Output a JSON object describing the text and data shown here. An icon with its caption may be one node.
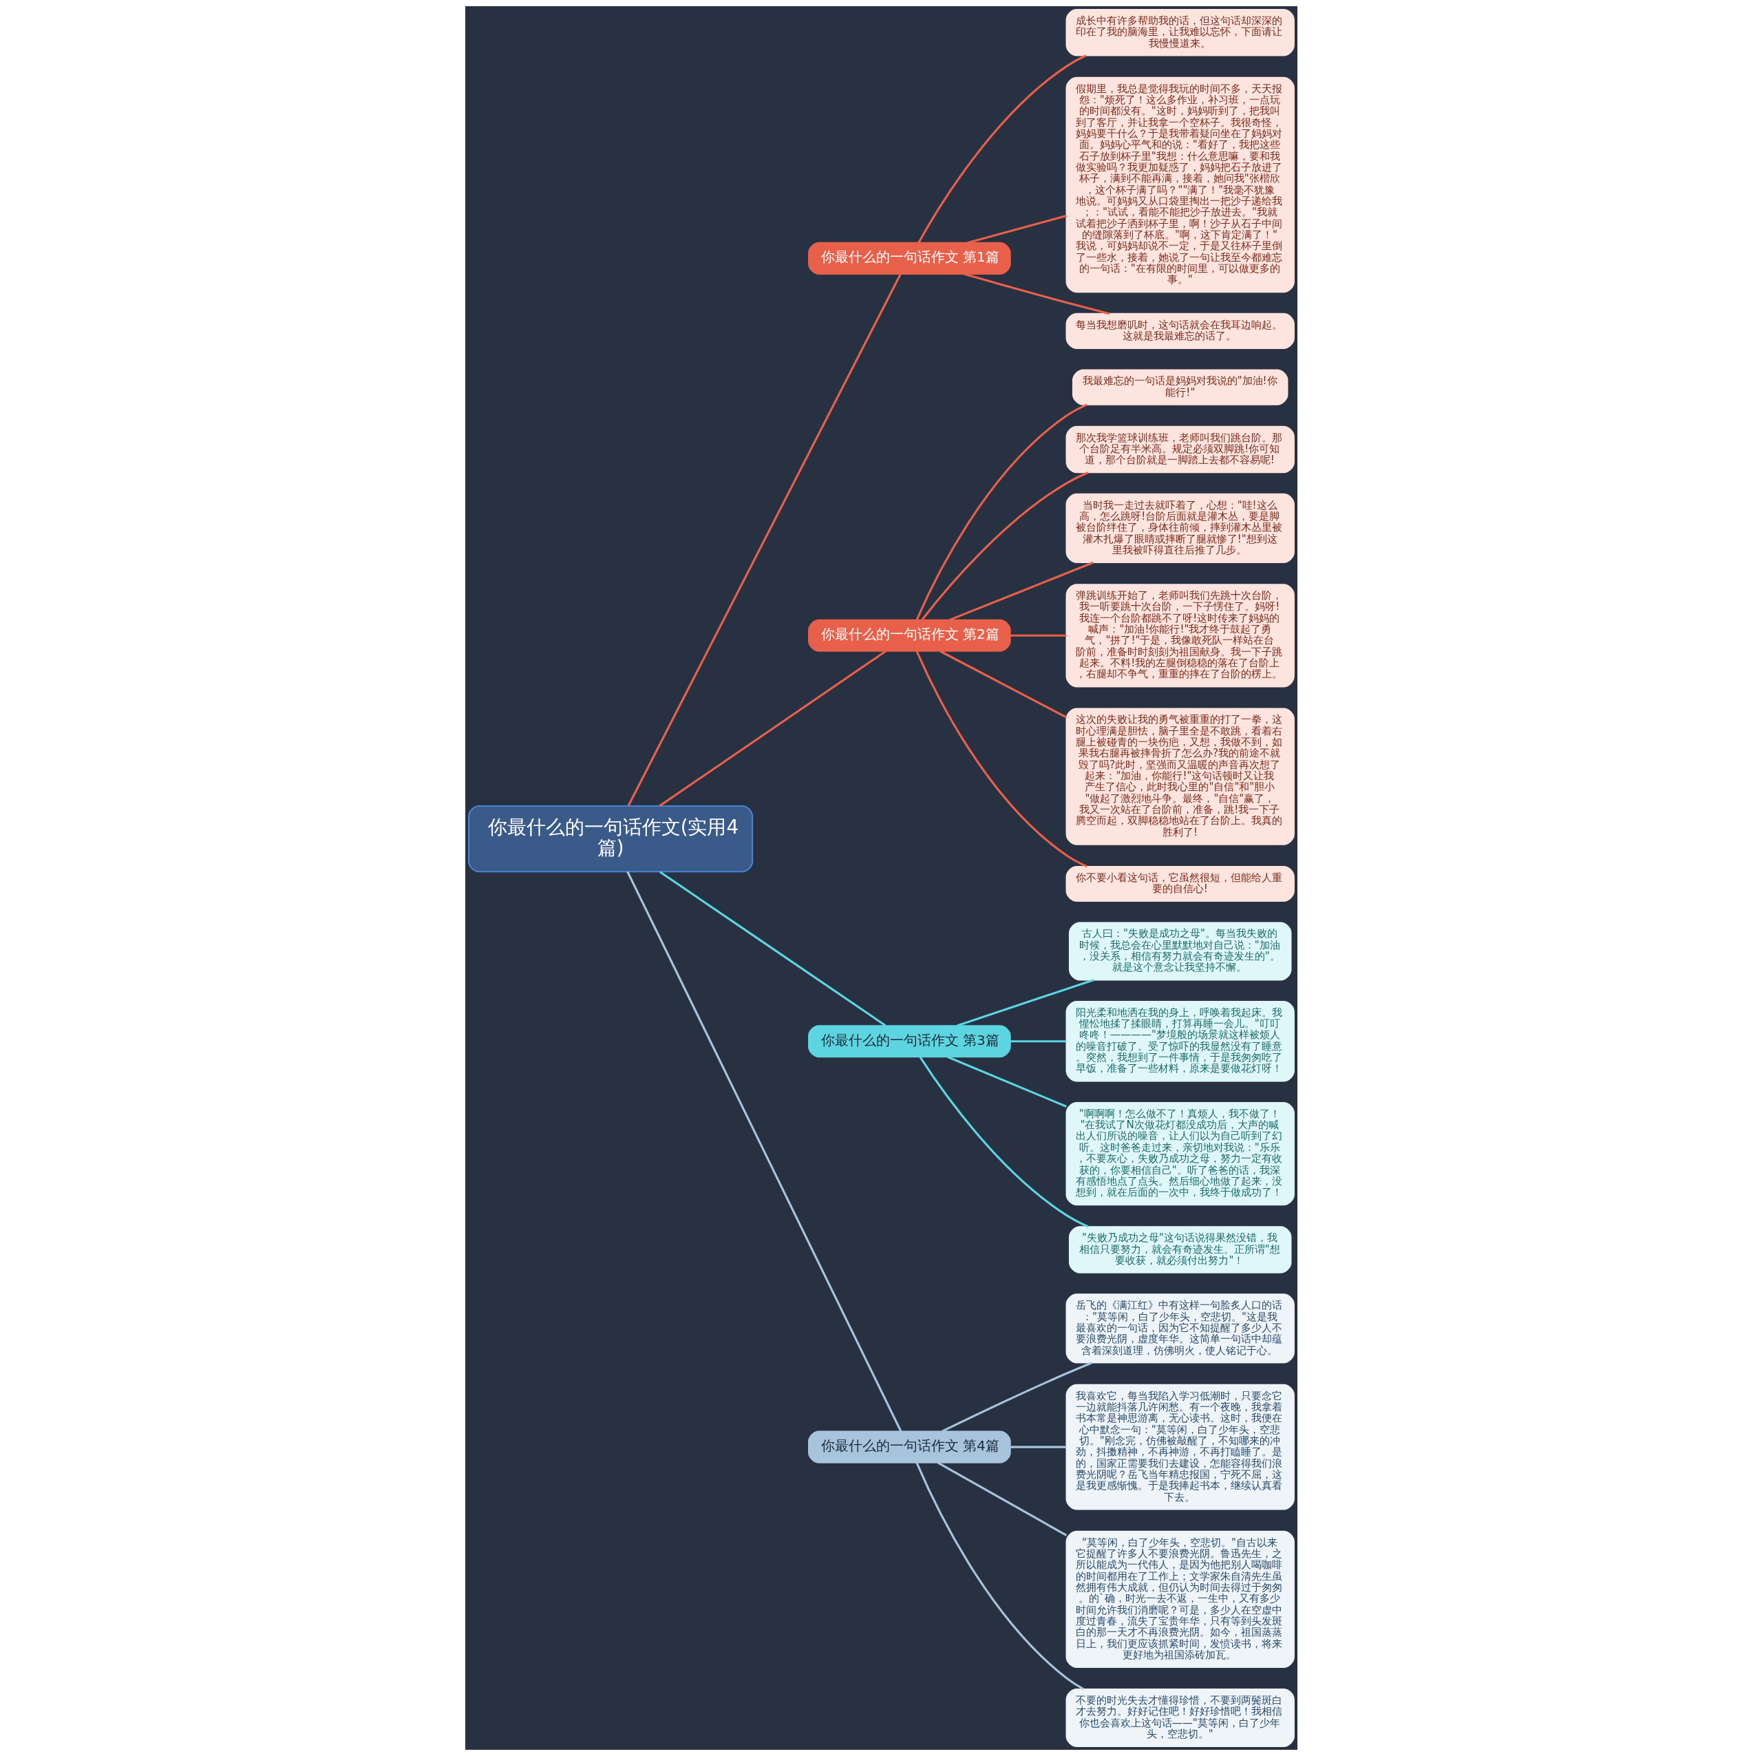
{
  "diagram": {
    "nodes": [
      {
        "text": [
          "你最什么的一句话作文(实用4篇)"
        ]
      },
      {
        "text": [
          "你最什么的一句话作文 第1篇"
        ]
      },
      {
        "text": [
          "成长中有许多帮助我的话，但这句话却深深的印在了我的脑海里，让我难以忘怀，下面请让我慢慢道来。"
        ]
      },
      {
        "text": [
          "假期里，我总是觉得我玩的时间不多，天天报怨：\"烦死了！这么多作业，补习班，一点玩的时间都没有。\"这时，妈妈听到了，把我叫到了客厅，并让我拿一个空杯子。我很奇怪，妈妈要干什么？于是我带着疑问坐在了妈妈对面。妈妈心平气和的说：\"看好了，我把这些石子放到杯子里\"我想：什么意思嘛，要和我做实验吗？我更加疑惑了，妈妈把石子放进了杯子，满到不能再满，接着，她问我\"张楷欣，这个杯子满了吗？\"\"满了！\"我毫不犹豫地说。可妈妈又从口袋里掏出一把沙子递给我；：\"试试，看能不能把沙子放进去。\"我就试着把沙子洒到杯子里，啊！沙子从石子中间的缝隙落到了杯底。\"啊，这下肯定满了！\"我说，可妈妈却说不一定，于是又往杯子里倒了一些水，接着，她说了一句让我至今都难忘的一句话：\"在有限的时间里，可以做更多的事。\""
        ]
      },
      {
        "text": [
          "每当我想磨叽时，这句话就会在我耳边响起。这就是我最难忘的话了。"
        ]
      },
      {
        "text": [
          "你最什么的一句话作文 第2篇"
        ]
      },
      {
        "text": [
          "我最难忘的一句话是妈妈对我说的\"加油!你能行!\""
        ]
      },
      {
        "text": [
          "那次我学篮球训练班，老师叫我们跳台阶。那个台阶足有半米高。规定必须双脚跳!你可知道，那个台阶就是一脚踏上去都不容易呢!"
        ]
      },
      {
        "text": [
          "当时我一走过去就吓着了，心想：\"哇!这么高，怎么跳呀!台阶后面就是灌木丛，要是脚被台阶绊住了，身体往前倾，摔到灌木丛里被灌木扎爆了眼睛或摔断了腿就惨了!\"想到这里我被吓得直往后推了几步。"
        ]
      },
      {
        "text": [
          "弹跳训练开始了，老师叫我们先跳十次台阶，我一听要跳十次台阶，一下子愣住了。妈呀!我连一个台阶都跳不了呀!这时传来了妈妈的喊声：\"加油!你能行!\"我才终于鼓起了勇气，\"拼了!\"于是，我像敢死队一样站在台阶前，准备时时刻刻为祖国献身。我一下子跳起来。不料!我的左腿倒稳稳的落在了台阶上，右腿却不争气，重重的摔在了台阶的楞上。"
        ]
      },
      {
        "text": [
          "这次的失败让我的勇气被重重的打了一拳，这时心理满是胆怯，脑子里全是不敢跳，看着右腿上被碰青的一块伤疤，又想，我做不到，如果我右腿再被摔骨折了怎么办?我的前途不就毁了吗?此时，坚强而又温暖的声音再次想了起来：\"加油，你能行!\"这句话顿时又让我产生了信心，此时我心里的\"自信\"和\"胆小\"做起了激烈地斗争。最终，\"自信\"赢了，我又一次站在了台阶前，准备，跳!我一下子腾空而起，双脚稳稳地站在了台阶上。我真的胜利了!"
        ]
      },
      {
        "text": [
          "你不要小看这句话，它虽然很短，但能给人重要的自信心!"
        ]
      },
      {
        "text": [
          "你最什么的一句话作文 第3篇"
        ]
      },
      {
        "text": [
          "古人曰：\"失败是成功之母\"。每当我失败的时候，我总会在心里默默地对自己说：\"加油，没关系，相信有努力就会有奇迹发生的\"。就是这个意念让我坚持不懈。"
        ]
      },
      {
        "text": [
          "阳光柔和地洒在我的身上，呼唤着我起床。我惺忪地揉了揉眼睛，打算再睡一会儿。\"叮叮咚咚！————\"梦境般的场景就这样被烦人的噪音打破了。受了惊吓的我显然没有了睡意。突然，我想到了一件事情，于是我匆匆吃了早饭，准备了一些材料，原来是要做花灯呀！"
        ]
      },
      {
        "text": [
          "\"啊啊啊！怎么做不了！真烦人，我不做了！\"在我试了N次做花灯都没成功后，大声的喊出人们所说的噪音，让人们以为自己听到了幻听。这时爸爸走过来，亲切地对我说：\"乐乐，不要灰心，失败乃成功之母，努力一定有收获的，你要相信自己\"。听了爸爸的话，我深有感悟地点了点头。然后细心地做了起来，没想到，就在后面的一次中，我终于做成功了！"
        ]
      },
      {
        "text": [
          "\"失败乃成功之母\"这句话说得果然没错，我相信只要努力，就会有奇迹发生。正所谓\"想要收获，就必须付出努力\"！"
        ]
      },
      {
        "text": [
          "你最什么的一句话作文 第4篇"
        ]
      },
      {
        "text": [
          "岳飞的《满江红》中有这样一句脍炙人口的话：\"莫等闲，白了少年头，空悲切。\"这是我最喜欢的一句话，因为它不知提醒了多少人不要浪费光阴，虚度年华。这简单一句话中却蕴含着深刻道理，仿佛明火，使人铭记于心。"
        ]
      },
      {
        "text": [
          "我喜欢它，每当我陷入学习低潮时，只要念它一边就能抖落几许闲愁。有一个夜晚，我拿着书本常是神思游离，无心读书。这时，我便在心中默念一句：\"莫等闲，白了少年头，空悲切。\"刚念完，仿佛被敲醒了，不知哪来的冲劲，抖擞精神，不再神游，不再打瞌睡了。是的，国家正需要我们去建设，怎能容得我们浪费光阴呢？岳飞当年精忠报国，宁死不屈，这是我更感惭愧。于是我捧起书本，继续认真看下去。"
        ]
      },
      {
        "text": [
          "\"莫等闲，白了少年头，空悲切。\"自古以来它提醒了许多人不要浪费光阴。鲁迅先生，之所以能成为一代伟人，是因为他把别人喝咖啡的时间都用在了工作上；文学家朱自清先生虽然拥有伟大成就，但仍认为时间去得过于匆匆。的`确，时光一去不返，一生中，又有多少时间允许我们消磨呢？可是，多少人在空虚中度过青春，流失了宝贵年华，只有等到头发斑白的那一天才不再浪费光阴。如今，祖国蒸蒸日上，我们更应该抓紧时间，发愤读书，将来更好地为祖国添砖加瓦。"
        ]
      },
      {
        "text": [
          "不要的时光失去才懂得珍惜，不要到两鬓斑白才去努力。好好记住吧！好好珍惜吧！我相信你也会喜欢上这句话——\"莫等闲，白了少年头，空悲切。\""
        ]
      }
    ],
    "edges": [
      {
        "from": 0,
        "to": 1,
        "arrow": "none",
        "color": "#e8604a"
      },
      {
        "from": 1,
        "to": 2,
        "arrow": "none",
        "color": "#e8604a"
      },
      {
        "from": 1,
        "to": 3,
        "arrow": "none",
        "color": "#e8604a"
      },
      {
        "from": 1,
        "to": 4,
        "arrow": "none",
        "color": "#e8604a"
      },
      {
        "from": 0,
        "to": 5,
        "arrow": "none",
        "color": "#e8604a"
      },
      {
        "from": 5,
        "to": 6,
        "arrow": "none",
        "color": "#e8604a"
      },
      {
        "from": 5,
        "to": 7,
        "arrow": "none",
        "color": "#e8604a"
      },
      {
        "from": 5,
        "to": 8,
        "arrow": "none",
        "color": "#e8604a"
      },
      {
        "from": 5,
        "to": 9,
        "arrow": "none",
        "color": "#e8604a"
      },
      {
        "from": 5,
        "to": 10,
        "arrow": "none",
        "color": "#e8604a"
      },
      {
        "from": 5,
        "to": 11,
        "arrow": "none",
        "color": "#e8604a"
      },
      {
        "from": 0,
        "to": 12,
        "arrow": "none",
        "color": "#5dd5e0"
      },
      {
        "from": 12,
        "to": 13,
        "arrow": "none",
        "color": "#5dd5e0"
      },
      {
        "from": 12,
        "to": 14,
        "arrow": "none",
        "color": "#5dd5e0"
      },
      {
        "from": 12,
        "to": 15,
        "arrow": "none",
        "color": "#5dd5e0"
      },
      {
        "from": 12,
        "to": 16,
        "arrow": "none",
        "color": "#5dd5e0"
      },
      {
        "from": 0,
        "to": 17,
        "arrow": "none",
        "color": "#a8c4dc"
      },
      {
        "from": 17,
        "to": 18,
        "arrow": "none",
        "color": "#a8c4dc"
      },
      {
        "from": 17,
        "to": 19,
        "arrow": "none",
        "color": "#a8c4dc"
      },
      {
        "from": 17,
        "to": 20,
        "arrow": "none",
        "color": "#a8c4dc"
      },
      {
        "from": 17,
        "to": 21,
        "arrow": "none",
        "color": "#a8c4dc"
      }
    ]
  }
}
